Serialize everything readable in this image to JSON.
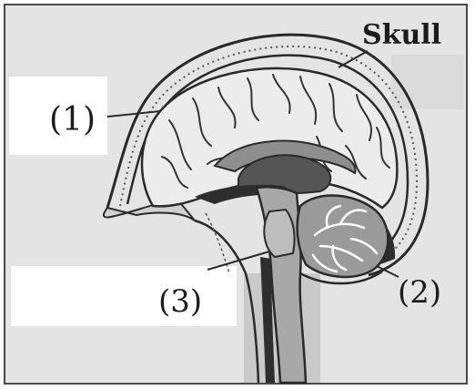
{
  "labels": {
    "skull": "Skull",
    "part_1": "(1)",
    "part_2": "(2)",
    "part_3": "(3)"
  },
  "colors": {
    "background": "#e4e4e4",
    "paper_white": "#ffffff",
    "line": "#2a2a2a",
    "dark_tissue": "#333333",
    "mid_tissue": "#8e8e8e",
    "light_tissue": "#b9b9b9"
  }
}
